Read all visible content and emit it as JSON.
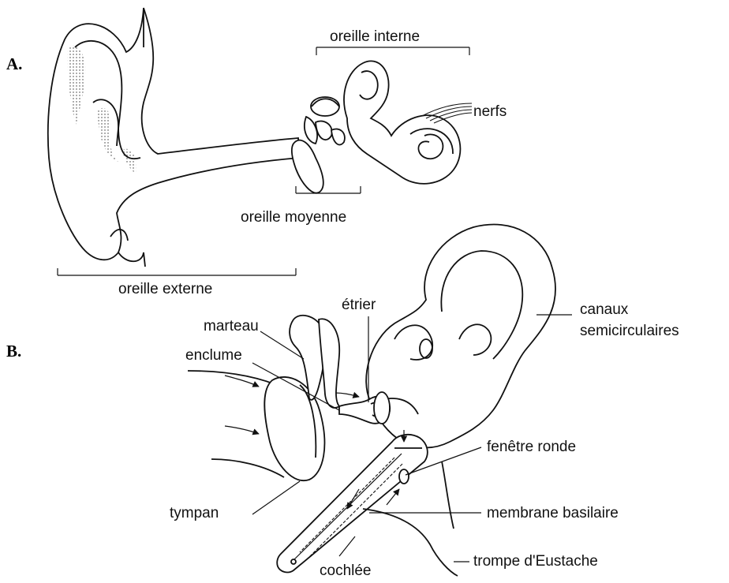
{
  "panel_a": {
    "letter": "A.",
    "labels": {
      "inner": "oreille interne",
      "nerves": "nerfs",
      "middle": "oreille moyenne",
      "outer": "oreille externe"
    }
  },
  "panel_b": {
    "letter": "B.",
    "labels": {
      "stirrup": "étrier",
      "canals_line1": "canaux",
      "canals_line2": "semicirculaires",
      "hammer": "marteau",
      "anvil": "enclume",
      "round_window": "fenêtre ronde",
      "eardrum": "tympan",
      "basilar": "membrane basilaire",
      "eustachian": "trompe d'Eustache",
      "cochlea": "cochlée"
    }
  }
}
